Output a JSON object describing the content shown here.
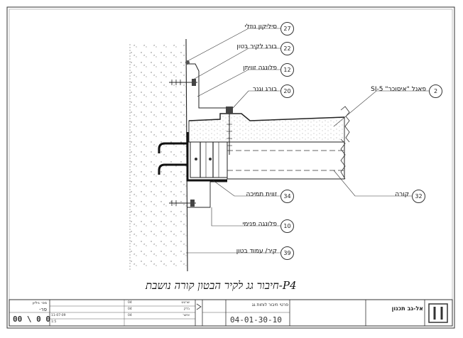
{
  "callouts": [
    {
      "num": "27",
      "label": "סיליקון נוזלי"
    },
    {
      "num": "22",
      "label": "בורג לקיר בטון"
    },
    {
      "num": "12",
      "label": "פלונגה זוויתן"
    },
    {
      "num": "20",
      "label": "בורג וגנר"
    },
    {
      "num": "2",
      "label": "פאנל \"איסוכר\" SI-5"
    },
    {
      "num": "34",
      "label": "זווית תמיכה"
    },
    {
      "num": "32",
      "label": "קורה"
    },
    {
      "num": "10",
      "label": "פלונגה פנימי"
    },
    {
      "num": "39",
      "label": "קיר/ עמוד בטון"
    }
  ],
  "caption": "P4-חיבור גג לקיר הבטון קורה נושבת",
  "title_block": {
    "sheet_number": "04-01-30-10",
    "page_fraction": "00 \\ 0 0",
    "page_prefix": "פר-",
    "rev_label": "מס׳ גיליון",
    "subject": "פרטי חיבור לוחות גג",
    "company": "אל-גב תכנון",
    "date": "11-07-09",
    "scale": "1:5",
    "rows": [
      {
        "label": "שרטט",
        "value": "04"
      },
      {
        "label": "בדק",
        "value": "04"
      },
      {
        "label": "אישר",
        "value": "04"
      }
    ]
  }
}
